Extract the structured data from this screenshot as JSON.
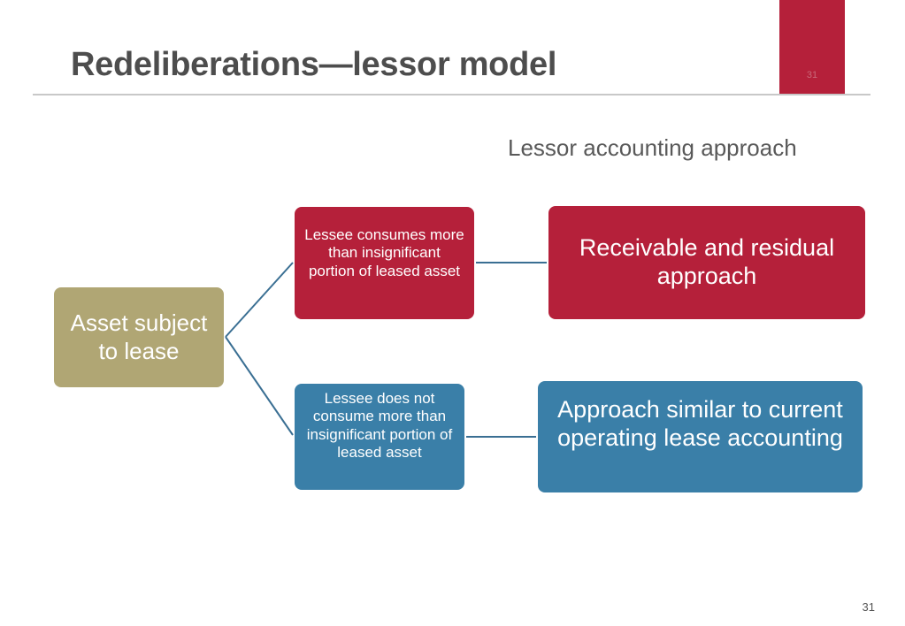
{
  "slide": {
    "title": "Redeliberations—lessor model",
    "tab_number": "31",
    "subtitle": "Lessor accounting approach",
    "page_number": "31"
  },
  "colors": {
    "accent_red": "#b5203a",
    "accent_blue": "#3a7fa8",
    "asset_tan": "#b0a674",
    "connector": "#3a6f93"
  },
  "diagram": {
    "root": "Asset subject to lease",
    "conditions": [
      "Lessee consumes more than insignificant portion of leased asset",
      "Lessee does not consume more than insignificant portion of leased asset"
    ],
    "approaches": [
      "Receivable and residual approach",
      "Approach similar to current operating lease accounting"
    ]
  }
}
